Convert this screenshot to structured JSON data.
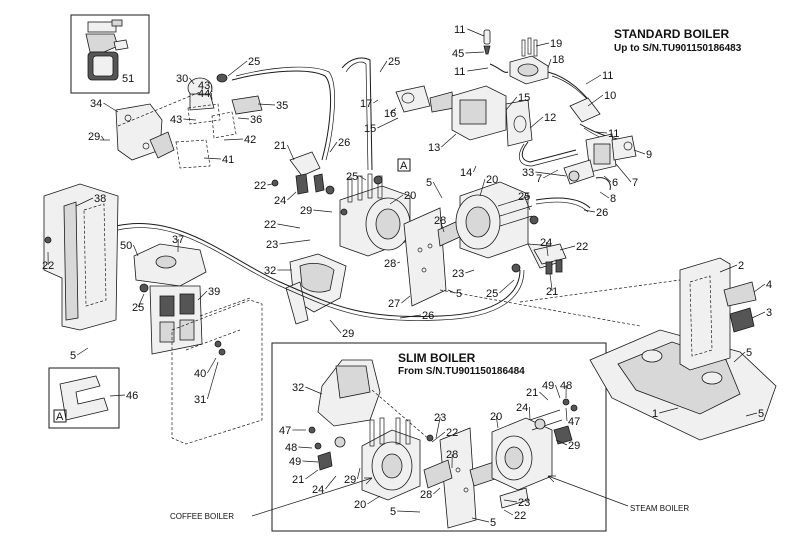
{
  "titles": {
    "standard_line1": "STANDARD  BOILER",
    "standard_line2": "Up to S/N.TU901150186483",
    "slim_line1": "SLIM  BOILER",
    "slim_line2": "From  S/N.TU901150186484"
  },
  "notes": {
    "coffee_boiler": "COFFEE BOILER",
    "steam_boiler": "STEAM BOILER"
  },
  "inset_tags": {
    "detail_a_top": "A",
    "detail_a_bottom": "A"
  },
  "part_numbers": [
    "51",
    "25",
    "30",
    "44",
    "43",
    "35",
    "36",
    "34",
    "29",
    "43",
    "42",
    "41",
    "25",
    "17",
    "16",
    "15",
    "26",
    "21",
    "22",
    "24",
    "25",
    "29",
    "20",
    "22",
    "23",
    "32",
    "11",
    "45",
    "11",
    "19",
    "18",
    "15",
    "13",
    "14",
    "12",
    "11",
    "10",
    "11",
    "9",
    "7",
    "6",
    "7",
    "8",
    "33",
    "5",
    "20",
    "25",
    "28",
    "26",
    "22",
    "24",
    "23",
    "21",
    "25",
    "28",
    "5",
    "27",
    "29",
    "26",
    "38",
    "22",
    "50",
    "37",
    "25",
    "39",
    "5",
    "40",
    "31",
    "46",
    "2",
    "4",
    "3",
    "5",
    "1",
    "5",
    "32",
    "47",
    "48",
    "49",
    "21",
    "24",
    "29",
    "20",
    "23",
    "22",
    "28",
    "28",
    "5",
    "23",
    "22",
    "5",
    "20",
    "24",
    "21",
    "49",
    "48",
    "47",
    "29"
  ]
}
